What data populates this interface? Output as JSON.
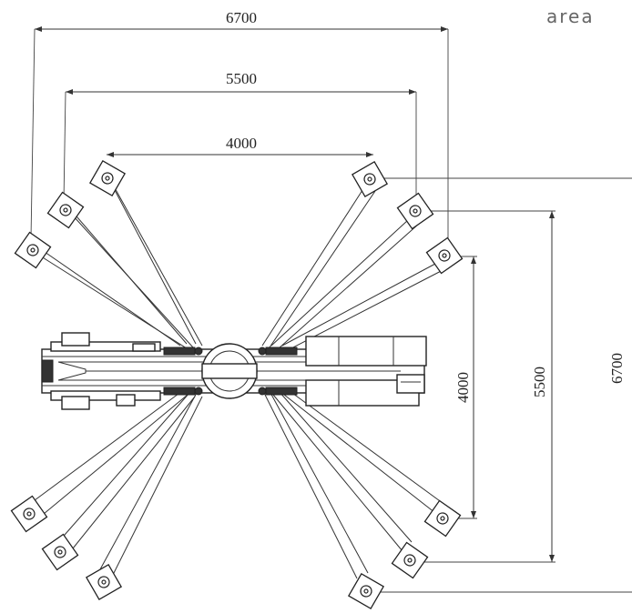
{
  "caption": "area",
  "dimensions": {
    "horizontal": [
      "6700",
      "5500",
      "4000"
    ],
    "vertical": [
      "4000",
      "5500",
      "6700"
    ]
  }
}
